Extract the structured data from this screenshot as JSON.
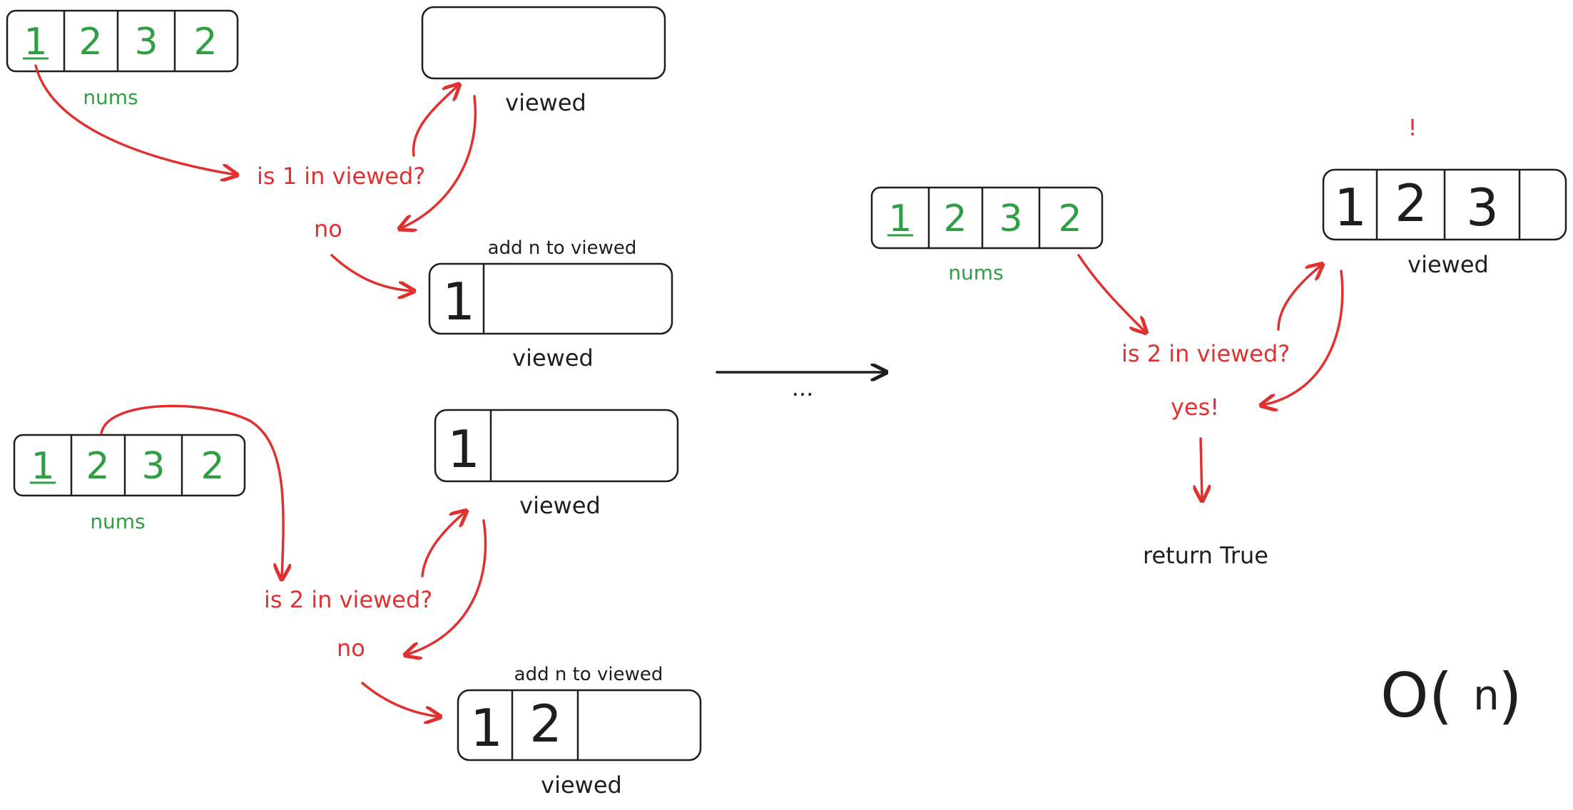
{
  "colors": {
    "green": "#2f9e44",
    "red": "#e03131",
    "ink": "#1e1e1e"
  },
  "step1": {
    "nums": {
      "label": "nums",
      "values": [
        "1",
        "2",
        "3",
        "2"
      ]
    },
    "viewed_before": {
      "label": "viewed"
    },
    "question": "is 1 in viewed?",
    "answer": "no",
    "action": "add n to viewed",
    "viewed_after": {
      "label": "viewed",
      "values": [
        "1"
      ]
    }
  },
  "step2": {
    "nums": {
      "label": "nums",
      "values": [
        "1",
        "2",
        "3",
        "2"
      ]
    },
    "viewed_before": {
      "label": "viewed",
      "values": [
        "1"
      ]
    },
    "question": "is 2 in viewed?",
    "answer": "no",
    "action": "add n to viewed",
    "viewed_after": {
      "label": "viewed",
      "values": [
        "1",
        "2"
      ]
    }
  },
  "transition": {
    "ellipsis": "..."
  },
  "step_final": {
    "nums": {
      "label": "nums",
      "values": [
        "1",
        "2",
        "3",
        "2"
      ]
    },
    "exclaim": "!",
    "viewed": {
      "label": "viewed",
      "values": [
        "1",
        "2",
        "3"
      ]
    },
    "question": "is 2 in viewed?",
    "answer": "yes!",
    "result": "return True"
  },
  "complexity": {
    "paren_open": "O(",
    "n": "n",
    "paren_close": ")"
  }
}
